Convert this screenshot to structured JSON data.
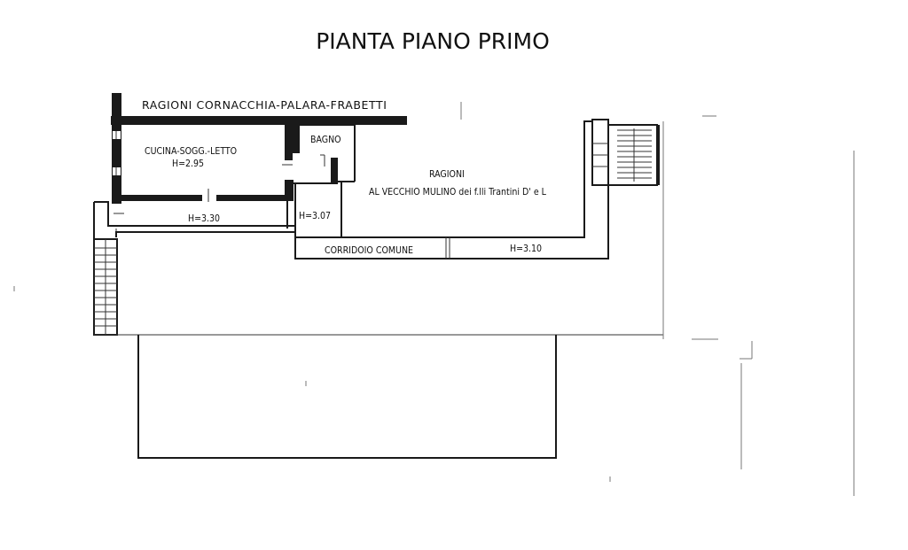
{
  "title": "PIANTA PIANO PRIMO",
  "labels": {
    "neighbor_top": "RAGIONI CORNACCHIA-PALARA-FRABETTI",
    "room_kitchen": "CUCINA-SOGG.-LETTO",
    "room_kitchen_height": "H=2.95",
    "room_bath": "BAGNO",
    "height_330": "H=3.30",
    "height_307": "H=3.07",
    "neighbor_right_1": "RAGIONI",
    "neighbor_right_2": "AL VECCHIO MULINO dei f.lli Trantini D' e L",
    "corridor": "CORRIDOIO COMUNE",
    "height_310": "H=3.10"
  }
}
